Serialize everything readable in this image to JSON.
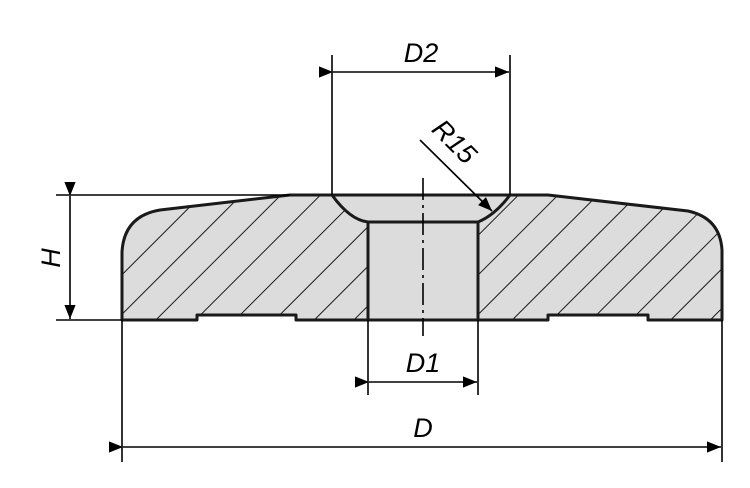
{
  "drawing": {
    "labels": {
      "d2": "D2",
      "d1": "D1",
      "d": "D",
      "h": "H",
      "r": "R15"
    },
    "colors": {
      "section_fill": "#dcdcdc",
      "line": "#1a1a1a"
    }
  }
}
